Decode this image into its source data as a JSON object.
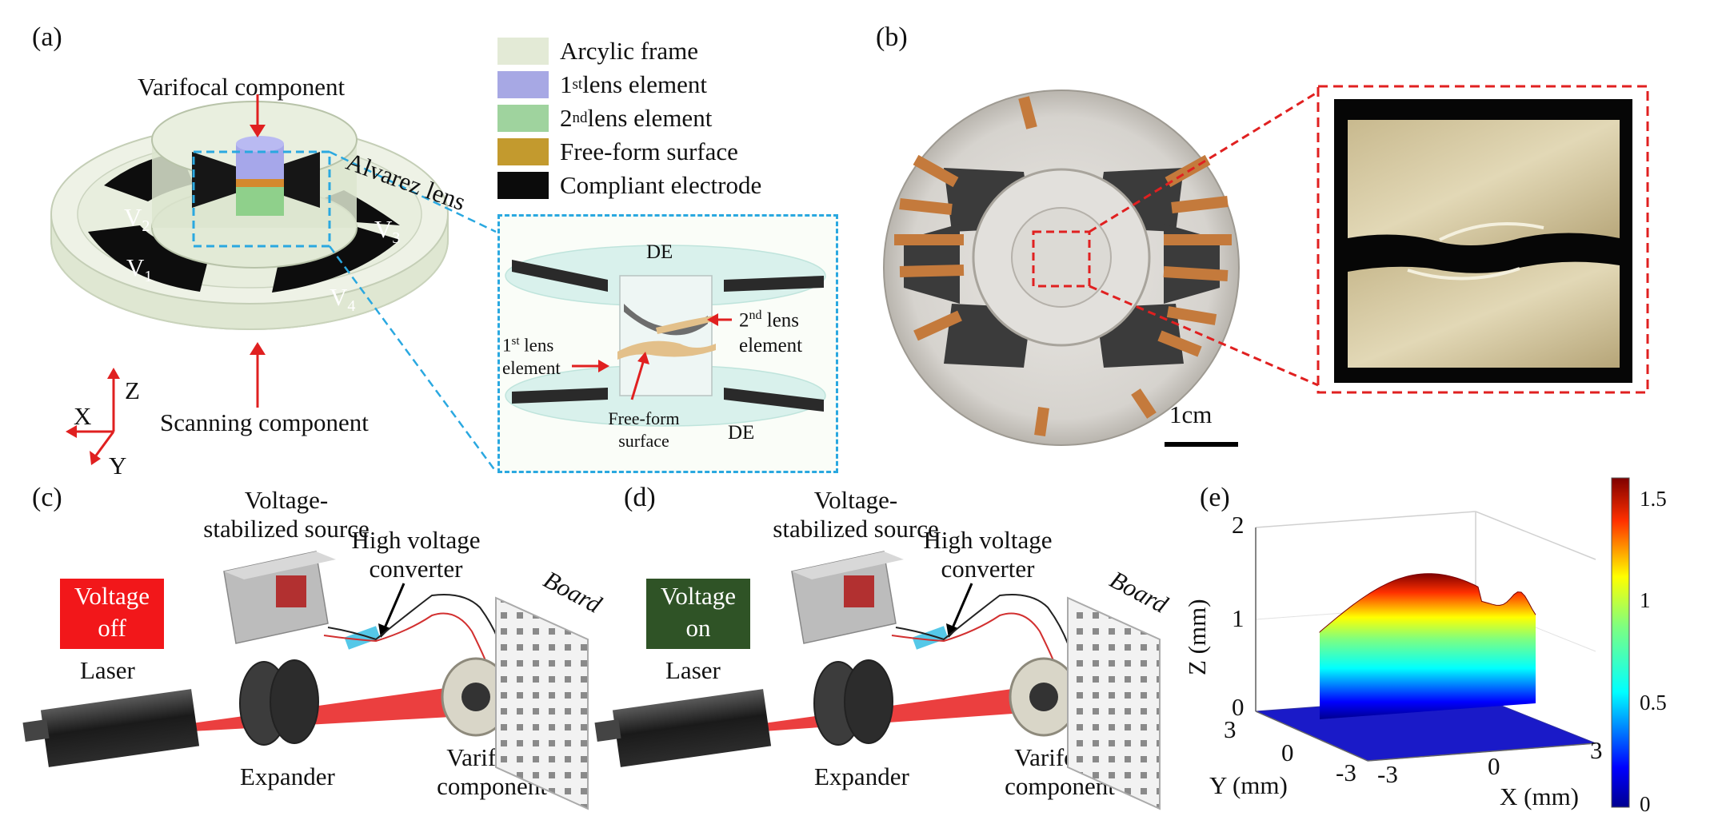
{
  "panels": {
    "a": {
      "letter": "(a)",
      "varifocal_label": "Varifocal component",
      "alvarez_label": "Alvarez lens",
      "scanning_label": "Scanning component",
      "electrodes": [
        "V",
        "V",
        "V",
        "V"
      ],
      "electrode_subs": [
        "1",
        "2",
        "3",
        "4"
      ],
      "axes": {
        "z": "Z",
        "x": "X",
        "y": "Y"
      },
      "inset": {
        "de_top": "DE",
        "de_bottom": "DE",
        "first_lens": "1",
        "first_lens_sup": "st",
        "first_lens_rest": " lens",
        "first_lens_line2": "element",
        "second_lens": "2",
        "second_lens_sup": "nd",
        "second_lens_rest": " lens",
        "second_lens_line2": "element",
        "freeform_line1": "Free-form",
        "freeform_line2": "surface"
      },
      "legend": [
        {
          "label": "Arcylic frame",
          "color": "#e3ead6"
        },
        {
          "label_pre": "1",
          "label_sup": "st",
          "label_post": " lens element",
          "color": "#a7a8e4"
        },
        {
          "label_pre": "2",
          "label_sup": "nd",
          "label_post": " lens element",
          "color": "#9fd39e"
        },
        {
          "label": "Free-form surface",
          "color": "#c39a2e"
        },
        {
          "label": "Compliant electrode",
          "color": "#0b0b0b"
        }
      ]
    },
    "b": {
      "letter": "(b)",
      "scale_label": "1cm"
    },
    "c": {
      "letter": "(c)",
      "source_line1": "Voltage-",
      "source_line2": "stabilized source",
      "converter_line1": "High voltage",
      "converter_line2": "converter",
      "state_line1": "Voltage",
      "state_line2": "off",
      "state_color": "#f2171a",
      "laser": "Laser",
      "expander": "Expander",
      "varifocal_line1": "Varifocal",
      "varifocal_line2": "component",
      "board": "Board"
    },
    "d": {
      "letter": "(d)",
      "source_line1": "Voltage-",
      "source_line2": "stabilized source",
      "converter_line1": "High voltage",
      "converter_line2": "converter",
      "state_line1": "Voltage",
      "state_line2": "on",
      "state_color": "#2f5326",
      "laser": "Laser",
      "expander": "Expander",
      "varifocal_line1": "Varifocal",
      "varifocal_line2": "component",
      "board": "Board"
    },
    "e": {
      "letter": "(e)",
      "zlabel": "Z (mm)",
      "ylabel": "Y (mm)",
      "xlabel": "X (mm)",
      "z_ticks": [
        "0",
        "1",
        "2"
      ],
      "y_ticks": [
        "3",
        "0",
        "-3"
      ],
      "x_ticks": [
        "-3",
        "0",
        "3"
      ],
      "colorbar_ticks": [
        "0",
        "0.5",
        "1",
        "1.5"
      ]
    }
  },
  "chart_data": {
    "type": "surface",
    "xlabel": "X (mm)",
    "ylabel": "Y (mm)",
    "zlabel": "Z (mm)",
    "xlim": [
      -3,
      3
    ],
    "ylim": [
      -3,
      3
    ],
    "zlim": [
      0,
      2
    ],
    "colorbar": {
      "range": [
        0,
        1.6
      ],
      "ticks": [
        0,
        0.5,
        1,
        1.5
      ],
      "colormap": "jet"
    },
    "surface_peak_z": 1.6
  }
}
